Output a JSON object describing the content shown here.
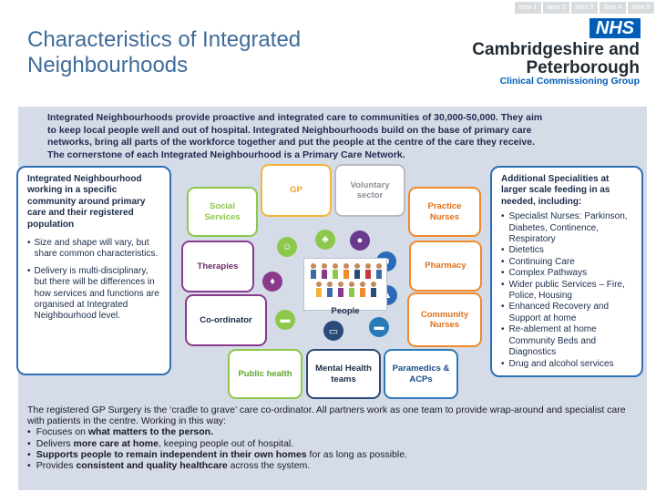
{
  "nav": [
    "Item 1",
    "Item 2",
    "Item 3",
    "Item 4",
    "Item 5"
  ],
  "title_line1": "Characteristics of Integrated",
  "title_line2": "Neighbourhoods",
  "logo": {
    "badge": "NHS",
    "org_line1": "Cambridgeshire and",
    "org_line2": "Peterborough",
    "org_line3": "Clinical Commissioning Group"
  },
  "intro": [
    "Integrated Neighbourhoods provide proactive and integrated care to communities of 30,000-50,000. They aim",
    "to keep local people well and out of hospital. Integrated Neighbourhoods build on the base of primary care",
    "networks, bring all parts of the workforce together and put the people at the centre of the care they receive.",
    "The cornerstone of each Integrated Neighbourhood is a Primary Care Network."
  ],
  "left_box": {
    "heading": "Integrated Neighbourhood working in a specific community around primary care and their registered population",
    "bullets": [
      "Size and shape will vary, but share common characteristics.",
      "Delivery is multi-disciplinary, but there will be differences in how services and functions are organised at Integrated Neighbourhood level."
    ]
  },
  "right_box": {
    "heading": "Additional Specialities at larger scale feeding in as needed, including:",
    "items": [
      "Specialist Nurses: Parkinson, Diabetes, Continence, Respiratory",
      "Dietetics",
      "Continuing Care",
      "Complex Pathways",
      "Wider public Services – Fire, Police, Housing",
      "Enhanced Recovery and Support at home",
      "Re-ablement at home Community Beds and Diagnostics",
      "Drug and alcohol services"
    ]
  },
  "tiles": {
    "gp": "GP",
    "voluntary": "Voluntary sector",
    "social": "Social Services",
    "practice_nurses": "Practice Nurses",
    "therapies": "Therapies",
    "pharmacy": "Pharmacy",
    "coordinator": "Co-ordinator",
    "community_nurses": "Community Nurses",
    "public_health": "Public health",
    "mental_health": "Mental Health teams",
    "paramedics": "Paramedics & ACPs"
  },
  "people_label": "People",
  "bottom": {
    "para": "The registered GP Surgery is the  ‘cradle to grave’ care co-ordinator. All partners work as one team to provide wrap-around and specialist care with patients in the centre. Working in this way:",
    "bullets": [
      [
        "Focuses on ",
        "what matters to the person.",
        ""
      ],
      [
        "Delivers ",
        "more care at home",
        ", keeping people out of hospital."
      ],
      [
        "",
        "Supports people to remain independent in their own homes",
        " for as long as possible."
      ],
      [
        "Provides ",
        "consistent and quality healthcare",
        " across the system."
      ]
    ]
  },
  "colors": {
    "title": "#3f6b9a",
    "nhs_blue": "#005eb8",
    "panel": "#d5dce7",
    "gp": "#f2b43c",
    "voluntary": "#b8bcc2",
    "social": "#8cc84b",
    "practice_nurses": "#f08a2c",
    "therapies": "#8a3a8c",
    "pharmacy": "#f08a2c",
    "coordinator": "#8a3a8c",
    "community_nurses": "#f08a2c",
    "public_health": "#8cc84b",
    "mental_health": "#2a4a7a",
    "paramedics": "#2a7ab8"
  }
}
